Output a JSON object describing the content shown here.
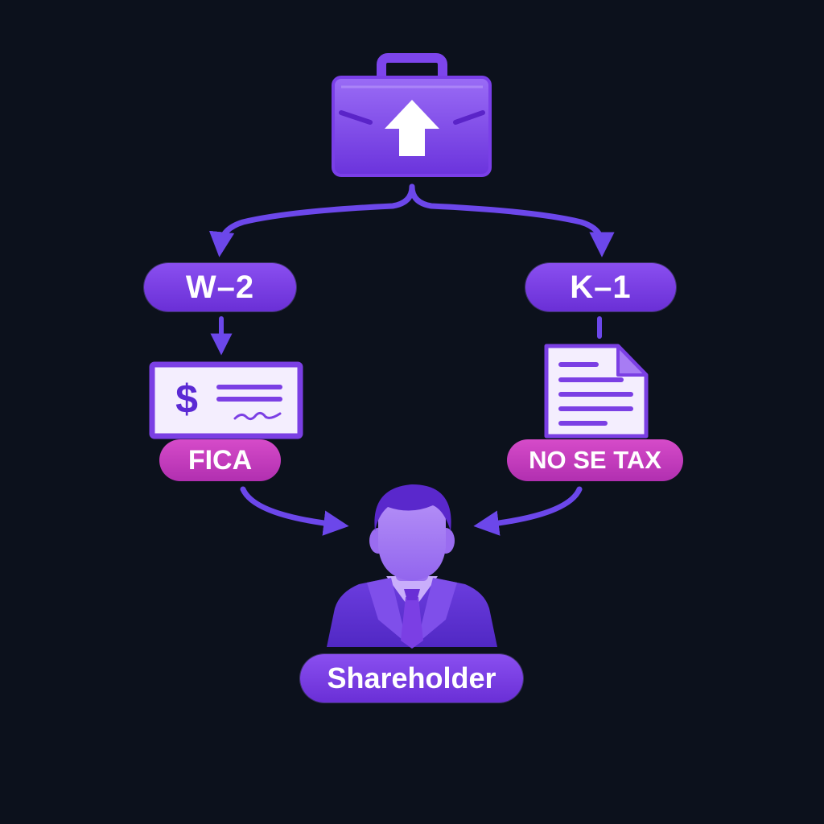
{
  "labels": {
    "w2": "W–2",
    "k1": "K–1",
    "fica": "FICA",
    "no_se_tax": "NO SE TAX",
    "shareholder": "Shareholder",
    "currency_symbol": "$"
  },
  "icons": {
    "top": "briefcase-upload-icon",
    "left": "paycheck-icon",
    "right": "document-icon",
    "bottom": "person-icon"
  },
  "colors": {
    "background": "#0c111c",
    "primary_purple": "#7b3fe4",
    "light_purple": "#a77cf4",
    "magenta": "#c53cbd",
    "arrow": "#6c47ea"
  }
}
